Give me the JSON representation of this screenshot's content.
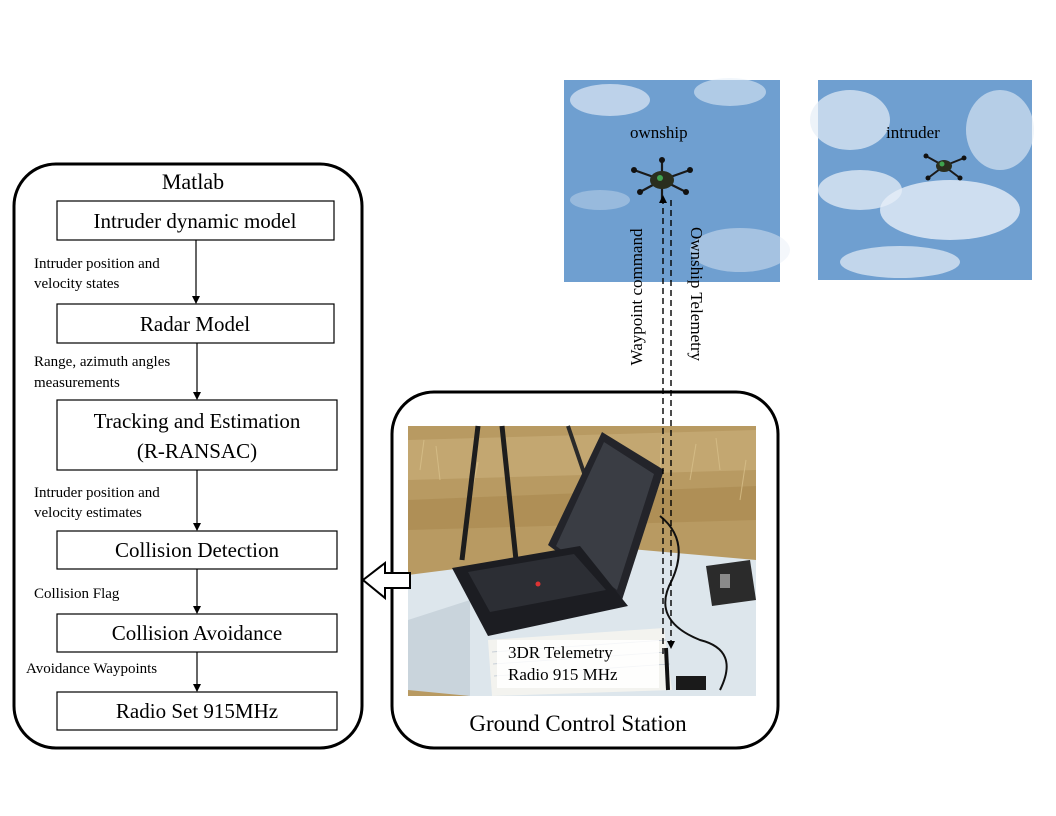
{
  "matlab": {
    "title": "Matlab",
    "blocks": [
      "Intruder dynamic model",
      "Radar Model",
      "Tracking and Estimation",
      "(R-RANSAC)",
      "Collision Detection",
      "Collision Avoidance",
      "Radio Set 915MHz"
    ],
    "edge_labels": [
      "Intruder position and",
      "velocity states",
      "Range, azimuth angles",
      "measurements",
      "Intruder position and",
      "velocity estimates",
      "Collision Flag",
      "Avoidance Waypoints"
    ]
  },
  "gcs": {
    "title": "Ground Control Station",
    "radio_label_line1": "3DR Telemetry",
    "radio_label_line2": "Radio 915 MHz"
  },
  "photos": {
    "ownship_label": "ownship",
    "intruder_label": "intruder"
  },
  "links": {
    "uplink": "Waypoint command",
    "downlink": "Ownship Telemetry"
  },
  "colors": {
    "sky": "#6f9fd0",
    "cloud": "#e6eef7",
    "ground": "#b89a62",
    "table": "#dde6ec",
    "laptop": "#1c1d22"
  }
}
